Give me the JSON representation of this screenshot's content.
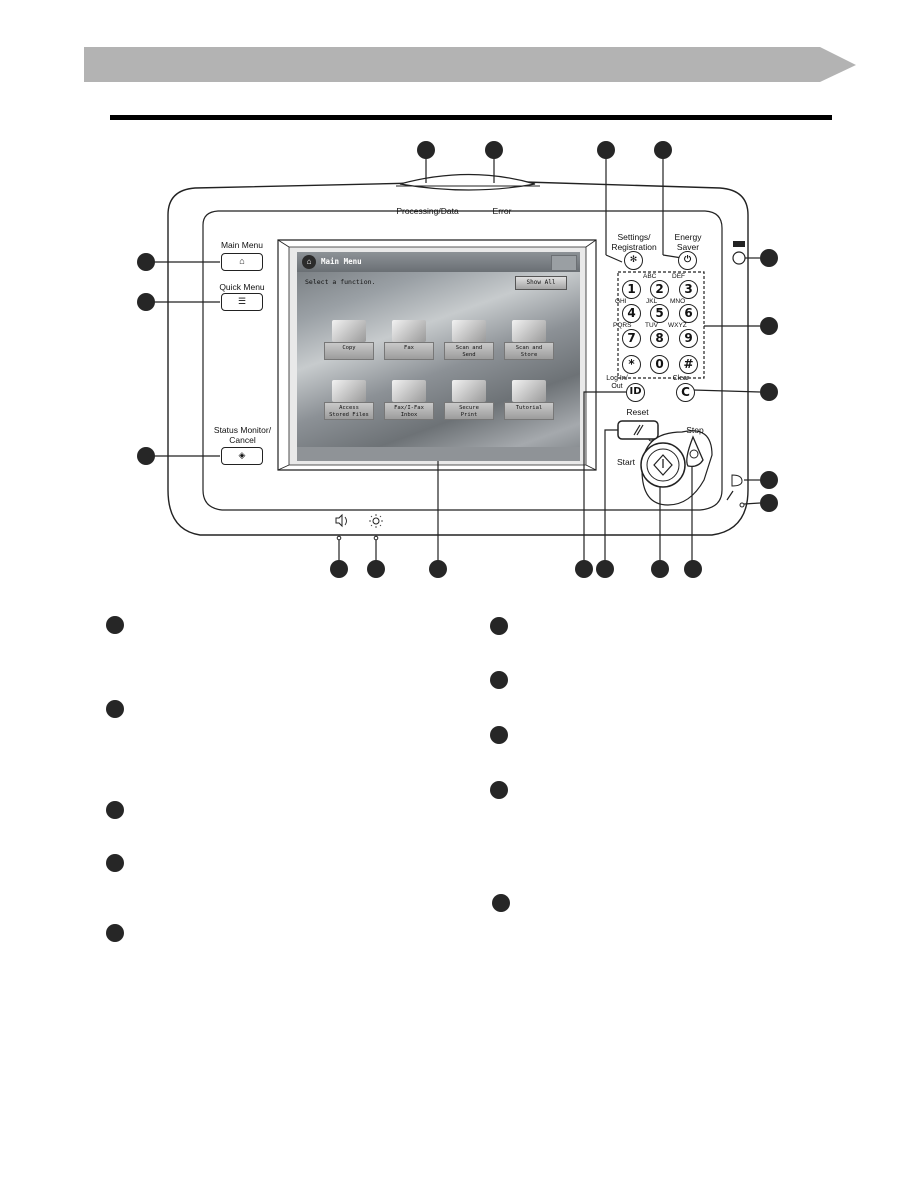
{
  "panel": {
    "labels": {
      "processing_data": "Processing/Data",
      "error": "Error",
      "settings_registration": "Settings/\nRegistration",
      "energy_saver": "Energy\nSaver",
      "main_menu": "Main Menu",
      "quick_menu": "Quick Menu",
      "status_monitor_cancel": "Status Monitor/\nCancel",
      "log_in_out": "Log In/\nOut",
      "clear": "Clear",
      "reset": "Reset",
      "start": "Start",
      "stop": "Stop"
    },
    "keypad": {
      "keys": [
        "1",
        "2",
        "3",
        "4",
        "5",
        "6",
        "7",
        "8",
        "9",
        "*",
        "0",
        "#"
      ],
      "letters": {
        "abc": "ABC",
        "def": "DEF",
        "ghi": "GHI",
        "jkl": "JKL",
        "mno": "MNO",
        "pqrs": "PQRS",
        "tuv": "TUV",
        "wxyz": "WXYZ"
      }
    },
    "clear_key": "C",
    "id_key": "ID"
  },
  "screen": {
    "title": "Main Menu",
    "prompt": "Select a function.",
    "show_all": "Show All",
    "functions": [
      {
        "label": "Copy"
      },
      {
        "label": "Fax"
      },
      {
        "label": "Scan and\nSend"
      },
      {
        "label": "Scan and\nStore"
      },
      {
        "label": "Access\nStored Files"
      },
      {
        "label": "Fax/I-Fax\nInbox"
      },
      {
        "label": "Secure\nPrint"
      },
      {
        "label": "Tutorial"
      }
    ]
  },
  "icons": {
    "volume": "speaker-icon",
    "brightness": "sun-icon",
    "stylus": "pen-icon"
  },
  "colors": {
    "header_band": "#b3b3b3",
    "callout": "#262626"
  }
}
